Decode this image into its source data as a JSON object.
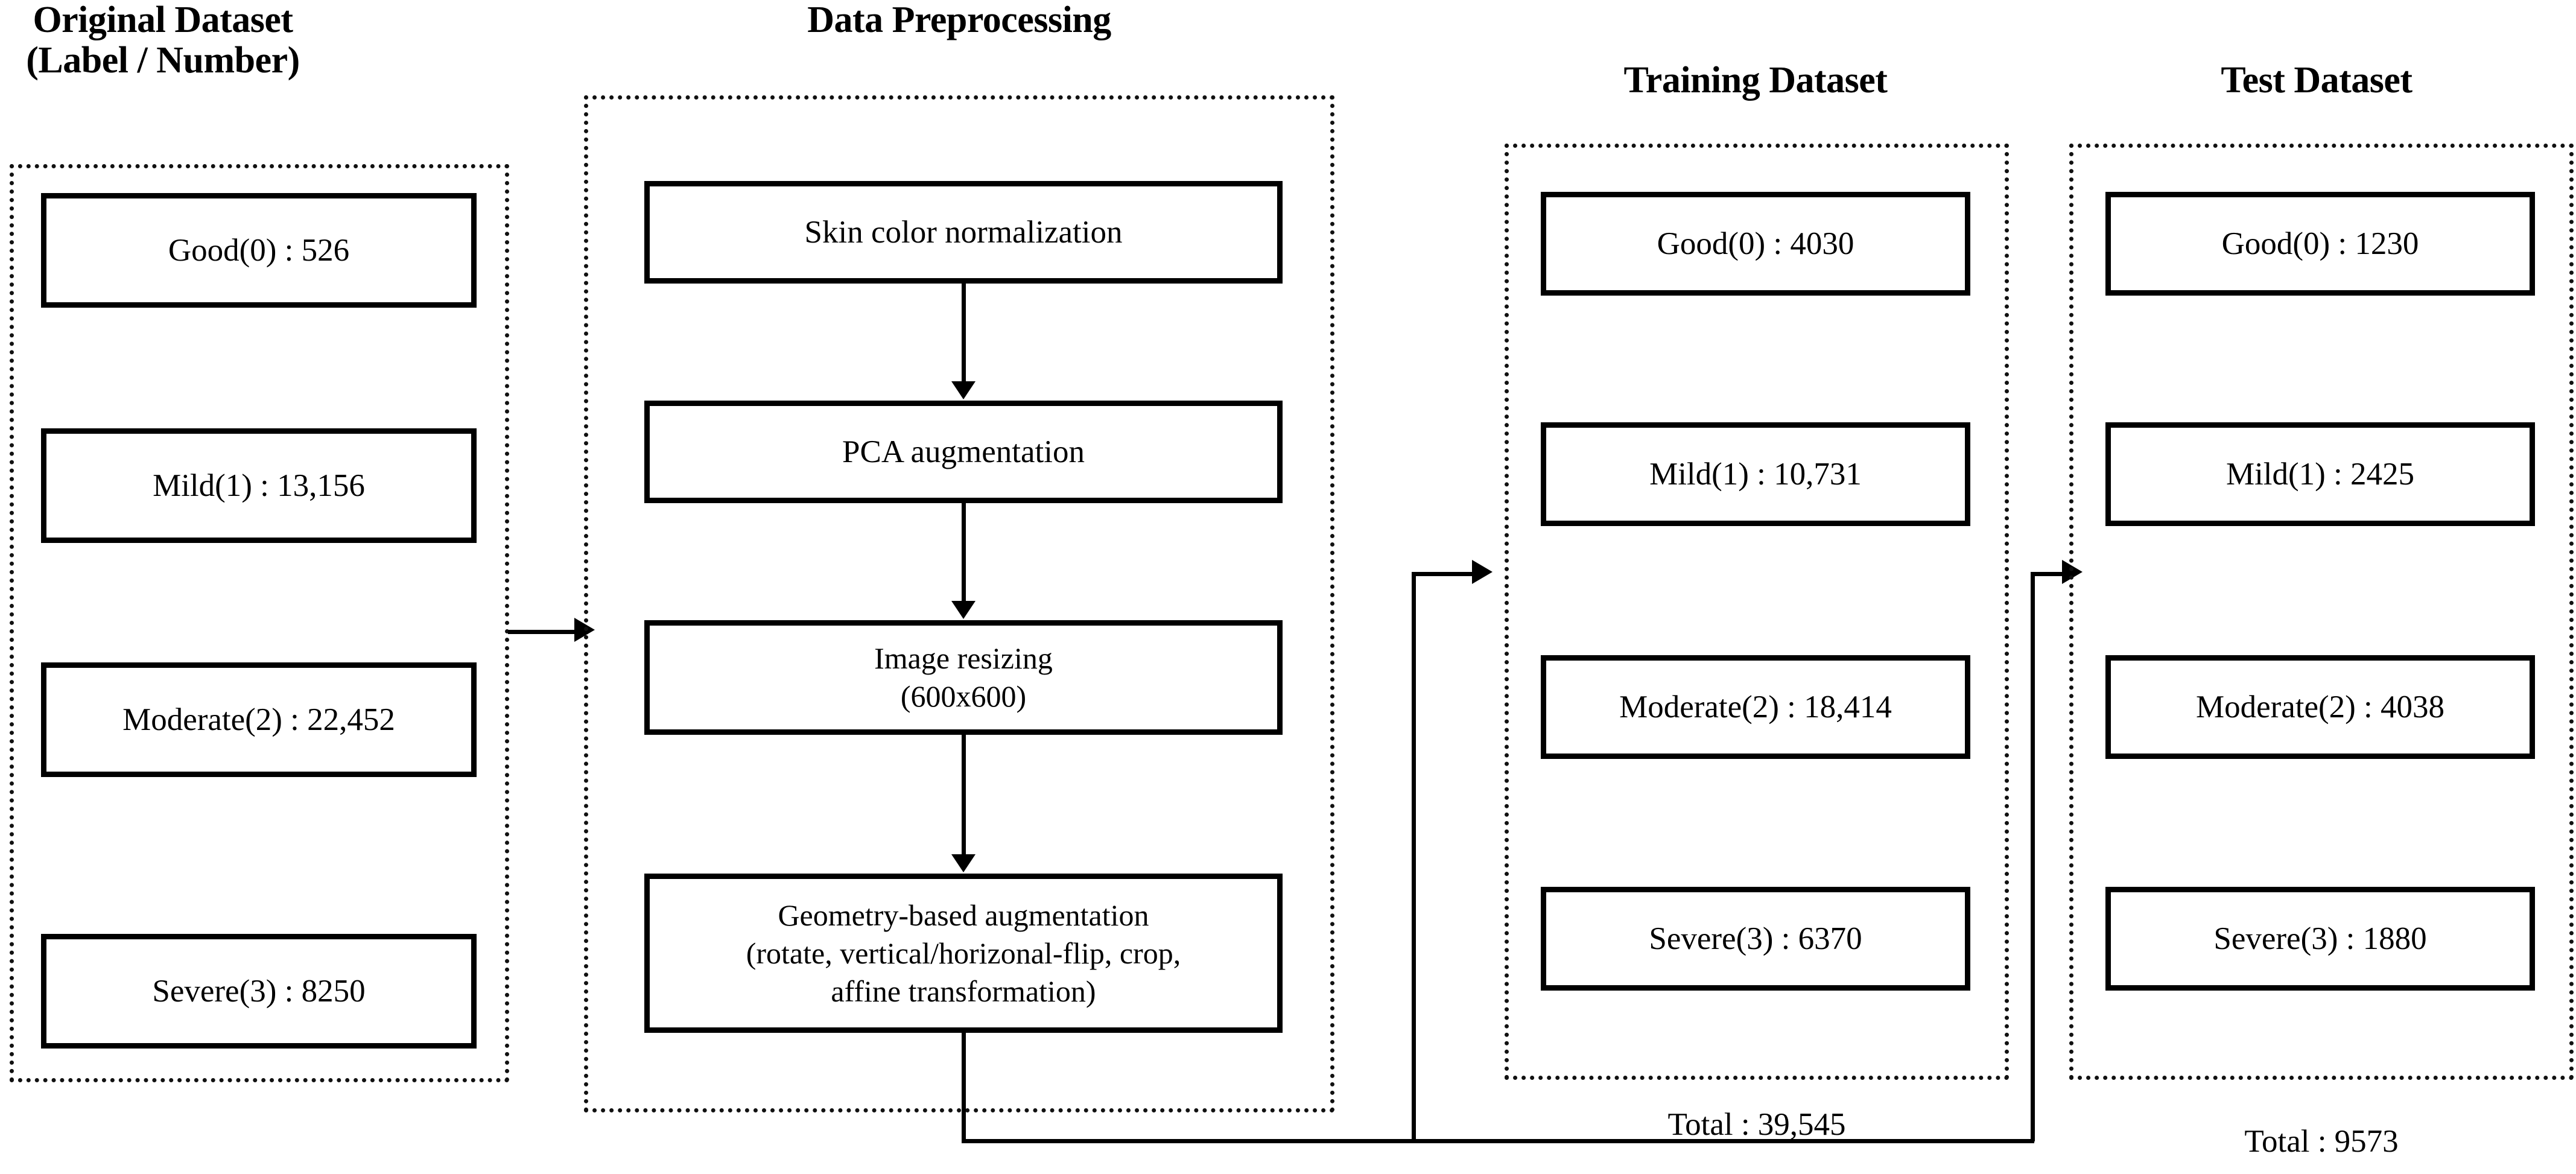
{
  "columns": {
    "original": {
      "title": "Original Dataset\n(Label / Number)",
      "items": [
        {
          "label": "Good(0) : 526"
        },
        {
          "label": "Mild(1) : 13,156"
        },
        {
          "label": "Moderate(2) : 22,452"
        },
        {
          "label": "Severe(3) : 8250"
        }
      ]
    },
    "preprocessing": {
      "title": "Data Preprocessing",
      "steps": [
        {
          "label": "Skin color normalization"
        },
        {
          "label": "PCA augmentation"
        },
        {
          "label": "Image resizing\n(600x600)"
        },
        {
          "label": "Geometry-based augmentation\n(rotate, vertical/horizonal-flip, crop,\naffine transformation)"
        }
      ]
    },
    "training": {
      "title": "Training Dataset",
      "items": [
        {
          "label": "Good(0) : 4030"
        },
        {
          "label": "Mild(1) : 10,731"
        },
        {
          "label": "Moderate(2) : 18,414"
        },
        {
          "label": "Severe(3) : 6370"
        }
      ],
      "total": "Total : 39,545"
    },
    "test": {
      "title": "Test Dataset",
      "items": [
        {
          "label": "Good(0) : 1230"
        },
        {
          "label": "Mild(1) : 2425"
        },
        {
          "label": "Moderate(2) : 4038"
        },
        {
          "label": "Severe(3) : 1880"
        }
      ],
      "total": "Total : 9573"
    }
  },
  "colors": {
    "stroke": "#000000",
    "background": "#ffffff",
    "text": "#000000"
  }
}
